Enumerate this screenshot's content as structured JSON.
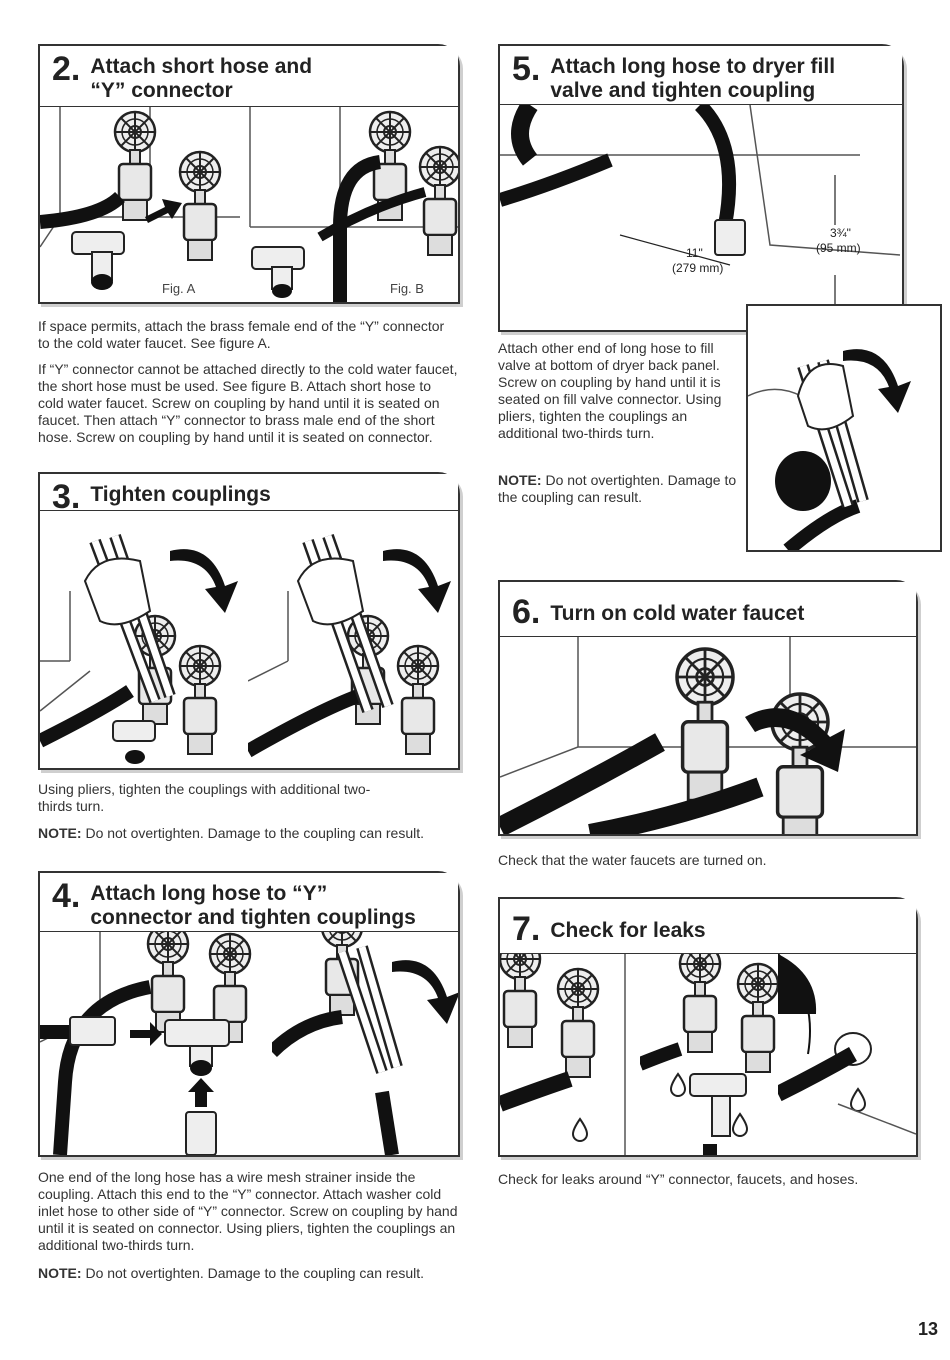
{
  "step2": {
    "number": "2.",
    "title_line1": "Attach short hose and",
    "title_line2": "“Y” connector",
    "fig_a_label": "Fig. A",
    "fig_b_label": "Fig. B",
    "para1": "If space permits, attach the brass female end of the “Y” connector to the cold water faucet. See figure A.",
    "para2": "If “Y” connector cannot be attached directly to the cold water faucet, the short hose must be used. See figure B. Attach short hose to cold water faucet. Screw on coupling by hand until it is seated on faucet. Then attach “Y” connector to brass male end of the short hose. Screw on coupling by hand until it is seated on connector."
  },
  "step3": {
    "number": "3.",
    "title": "Tighten couplings",
    "para1": "Using pliers, tighten the couplings with additional two-thirds turn.",
    "note_label": "NOTE:",
    "note_text": " Do not overtighten. Damage to the coupling can result."
  },
  "step4": {
    "number": "4.",
    "title_line1": "Attach long hose to “Y”",
    "title_line2": "connector and tighten couplings",
    "para1": "One end of the long hose has a wire mesh strainer inside the coupling. Attach this end to the “Y” connector. Attach washer cold inlet hose to other side of “Y” connector. Screw on coupling by hand until it is seated on connector. Using pliers, tighten the couplings an additional two-thirds turn.",
    "note_label": "NOTE:",
    "note_text": " Do not overtighten. Damage to the coupling can result."
  },
  "step5": {
    "number": "5.",
    "title_line1": "Attach long hose to dryer fill",
    "title_line2": "valve and tighten coupling",
    "dim1_imperial": "11\"",
    "dim1_metric": "(279 mm)",
    "dim2_imperial": "3¾\"",
    "dim2_metric": "(95 mm)",
    "para1": "Attach other end of long hose to fill valve at bottom of dryer back panel. Screw on coupling by hand until it is seated on fill valve connector. Using pliers, tighten the couplings an additional two-thirds turn.",
    "note_label": "NOTE:",
    "note_text": " Do not overtighten. Damage to the coupling can result."
  },
  "step6": {
    "number": "6.",
    "title": "Turn on cold water faucet",
    "para1": "Check that the water faucets are turned on."
  },
  "step7": {
    "number": "7.",
    "title": "Check for leaks",
    "para1": "Check for leaks around “Y” connector, faucets, and hoses."
  },
  "page_number": "13",
  "icons": [
    "faucet-icon",
    "hose-icon",
    "y-connector-icon",
    "pliers-icon",
    "hand-icon",
    "curved-arrow-icon",
    "water-drop-icon"
  ]
}
